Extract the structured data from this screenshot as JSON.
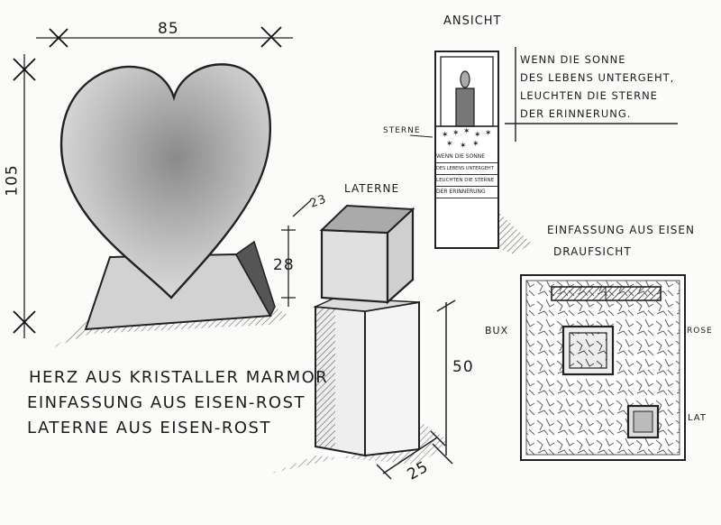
{
  "heart": {
    "width_label": "85",
    "height_label": "105"
  },
  "lantern": {
    "title": "Laterne",
    "depth_top": "23",
    "height_top": "28",
    "height_pillar": "50",
    "depth_pillar": "25"
  },
  "front_view": {
    "title": "Ansicht",
    "stars_label": "Sterne",
    "quote_lines": [
      "Wenn die Sonne",
      "des Lebens untergeht,",
      "leuchten die Sterne",
      "der Erinnerung."
    ],
    "plaque_lines": [
      "Wenn die Sonne",
      "des Lebens untergeht",
      "leuchten die Sterne",
      "der Erinnerung"
    ]
  },
  "top_view": {
    "title": "Einfassung aus Eisen",
    "subtitle": "Draufsicht",
    "label_left": "Bux",
    "label_right": "Rose",
    "label_lantern": "Lat"
  },
  "notes": [
    "Herz aus Kristaller Marmor",
    "Einfassung aus Eisen-Rost",
    "Laterne aus Eisen-Rost"
  ]
}
